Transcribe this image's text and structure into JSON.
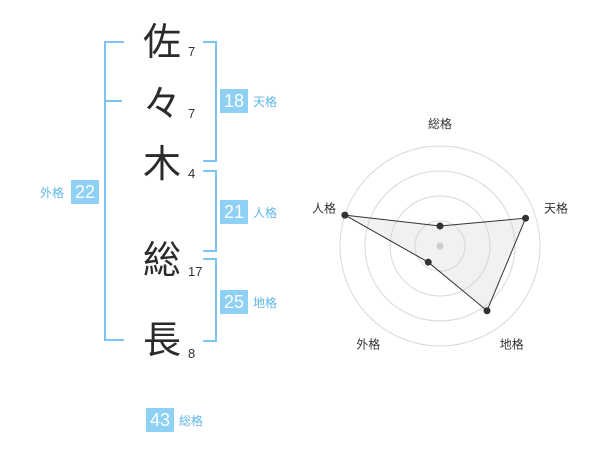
{
  "name": {
    "chars": [
      {
        "char": "佐",
        "strokes": "7"
      },
      {
        "char": "々",
        "strokes": "7"
      },
      {
        "char": "木",
        "strokes": "4"
      },
      {
        "char": "総",
        "strokes": "17"
      },
      {
        "char": "長",
        "strokes": "8"
      }
    ]
  },
  "kakusu": {
    "tenkaku": {
      "value": "18",
      "label": "天格"
    },
    "jinkaku": {
      "value": "21",
      "label": "人格"
    },
    "chikaku": {
      "value": "25",
      "label": "地格"
    },
    "gaikaku": {
      "value": "22",
      "label": "外格"
    },
    "soukaku": {
      "value": "43",
      "label": "総格"
    }
  },
  "colors": {
    "accent": "#8fd0f5",
    "bracket": "#7cc4ef"
  },
  "chart_data": {
    "type": "radar",
    "axes": [
      "総格",
      "天格",
      "地格",
      "外格",
      "人格"
    ],
    "values": [
      0.2,
      0.9,
      0.8,
      0.2,
      1.0
    ],
    "range": [
      0,
      1
    ],
    "rings": 4,
    "grid": true
  }
}
